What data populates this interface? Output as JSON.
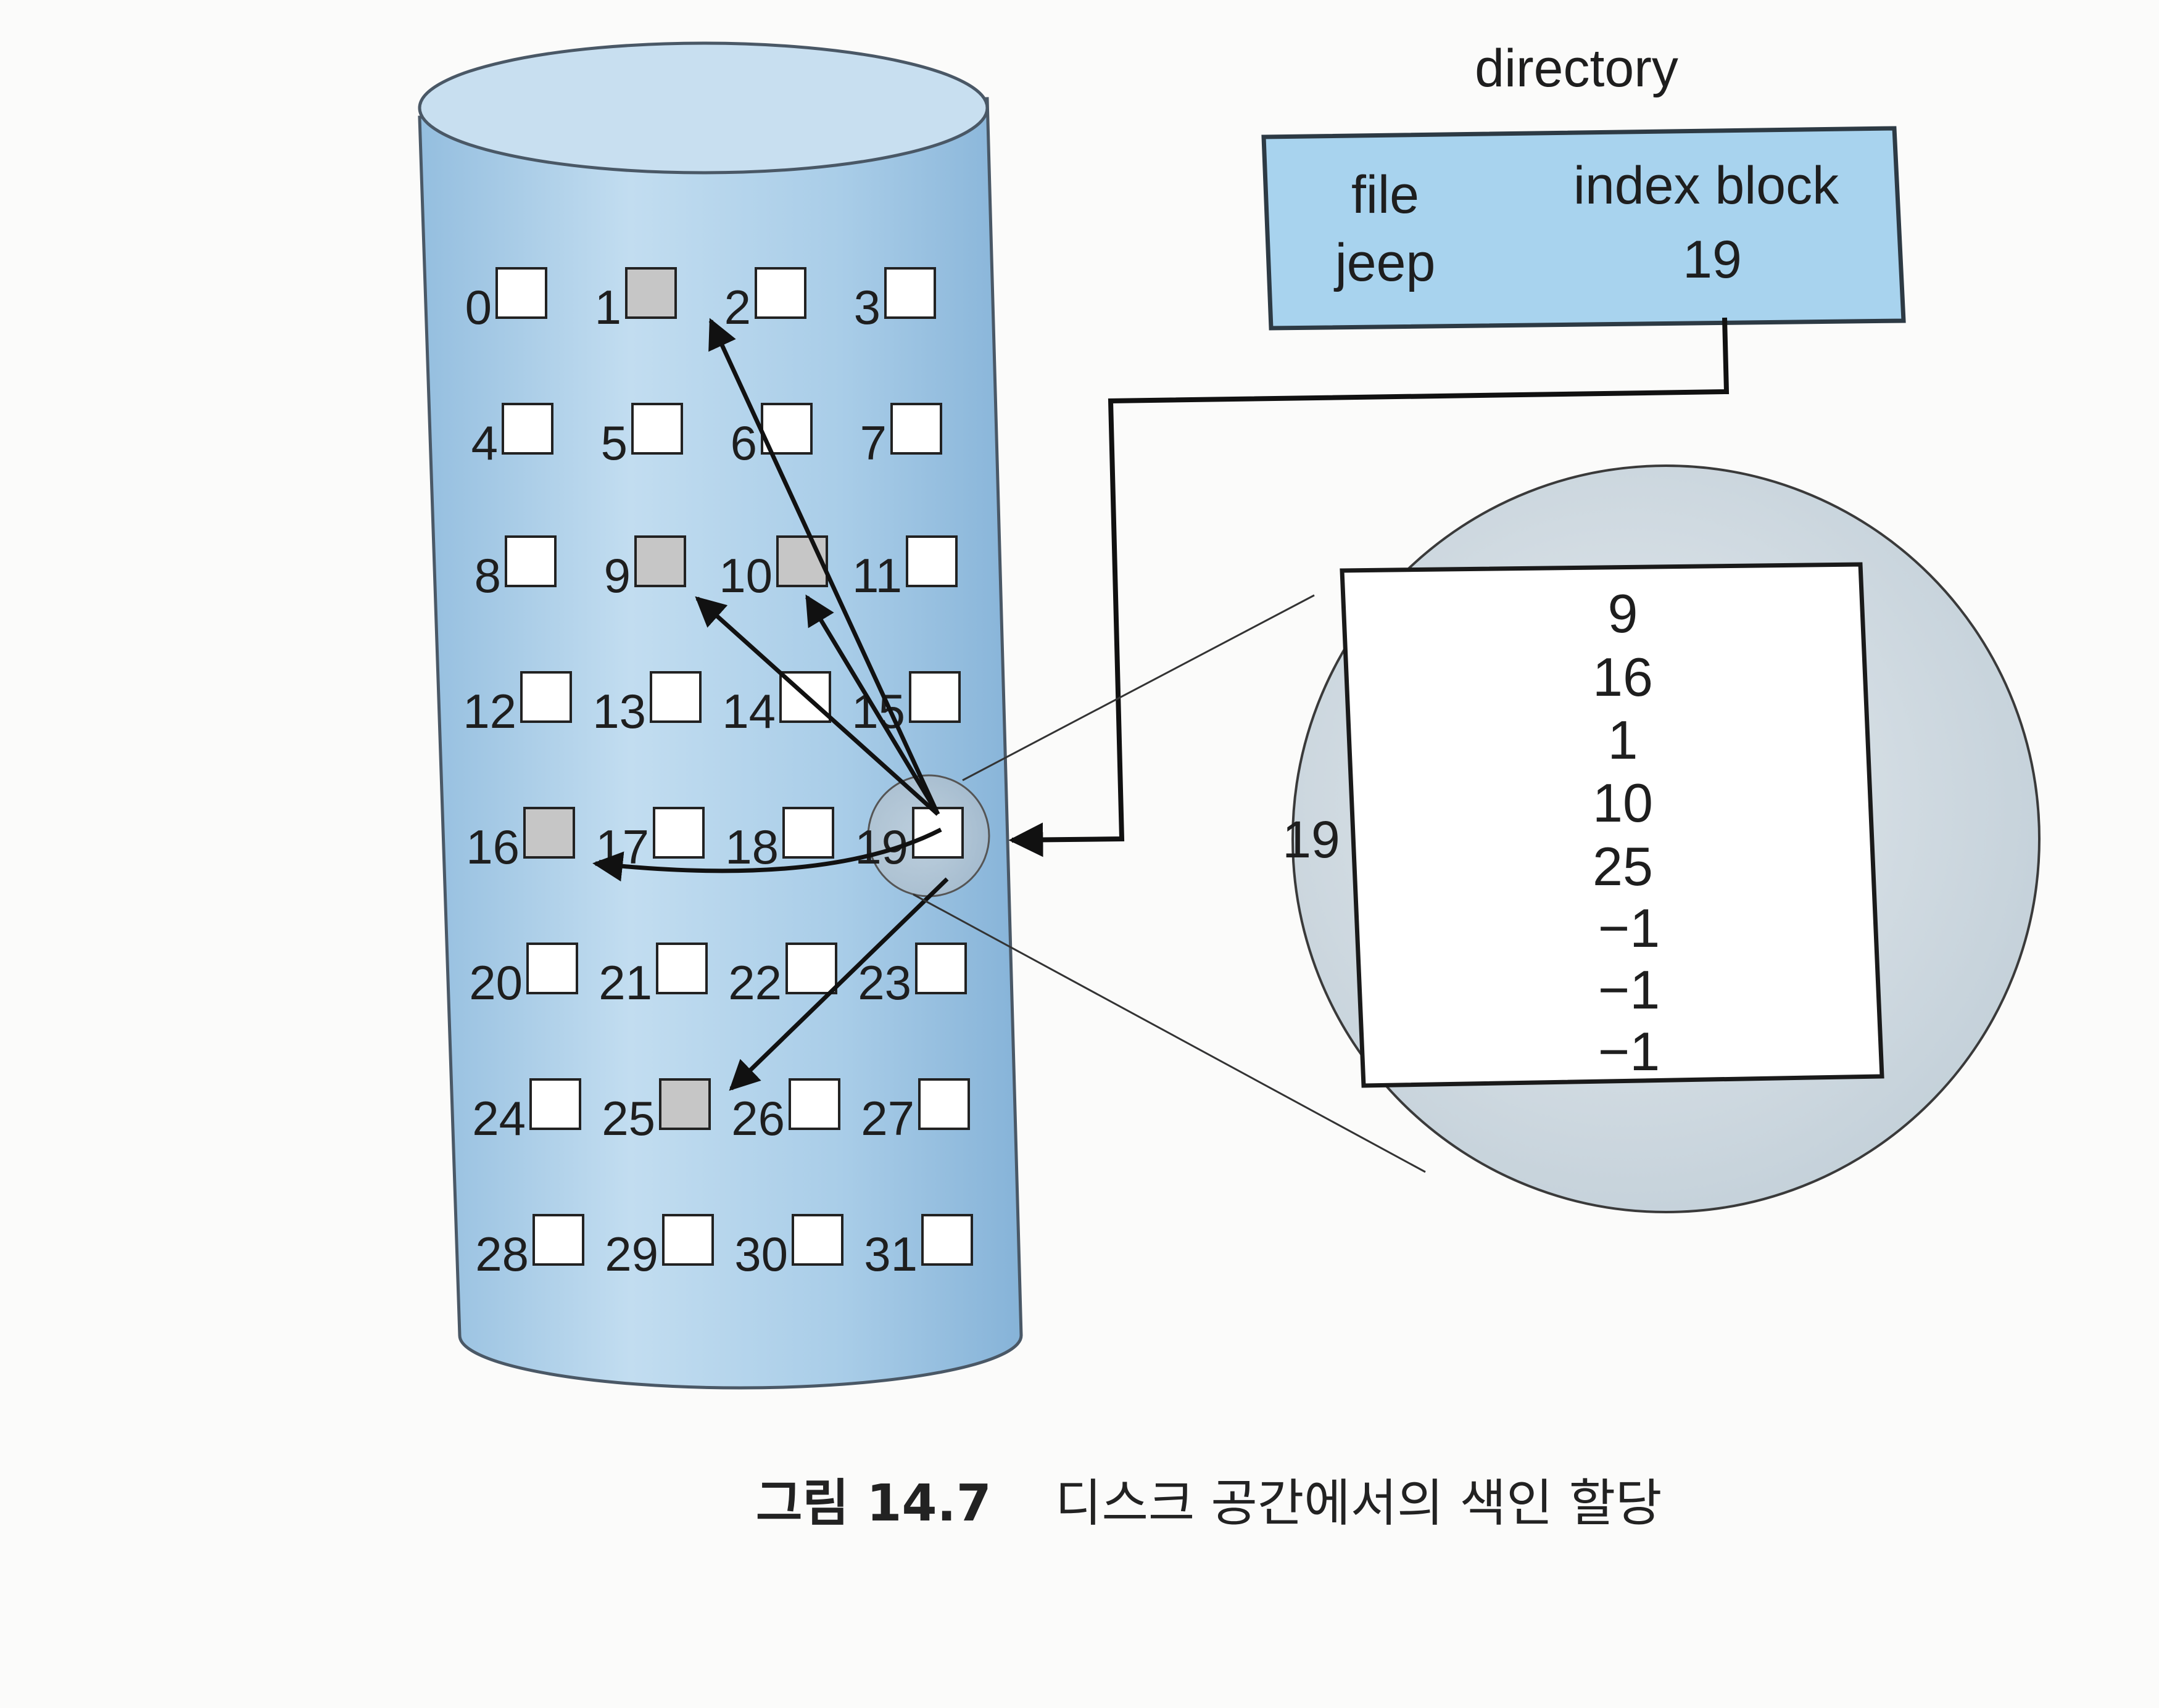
{
  "directory": {
    "title": "directory",
    "col_file": "file",
    "col_index": "index block",
    "file_name": "jeep",
    "index_block": "19"
  },
  "disk": {
    "block_count": 32,
    "blocks": [
      "0",
      "1",
      "2",
      "3",
      "4",
      "5",
      "6",
      "7",
      "8",
      "9",
      "10",
      "11",
      "12",
      "13",
      "14",
      "15",
      "16",
      "17",
      "18",
      "19",
      "20",
      "21",
      "22",
      "23",
      "24",
      "25",
      "26",
      "27",
      "28",
      "29",
      "30",
      "31"
    ],
    "allocated_blocks": [
      1,
      9,
      10,
      16,
      25
    ],
    "index_block_number": 19
  },
  "index_block": {
    "label": "19",
    "entries": [
      "9",
      "16",
      "1",
      "10",
      "25",
      "−1",
      "−1",
      "−1"
    ]
  },
  "caption": {
    "figure_label": "그림 14.7",
    "text": "디스크 공간에서의 색인 할당"
  },
  "colors": {
    "disk_fill": "#a9cde6",
    "directory_fill": "#a8d3ee",
    "allocated_block": "#c6c6c6",
    "free_block": "#ffffff",
    "magnifier_fill": "#cfd9e0"
  }
}
